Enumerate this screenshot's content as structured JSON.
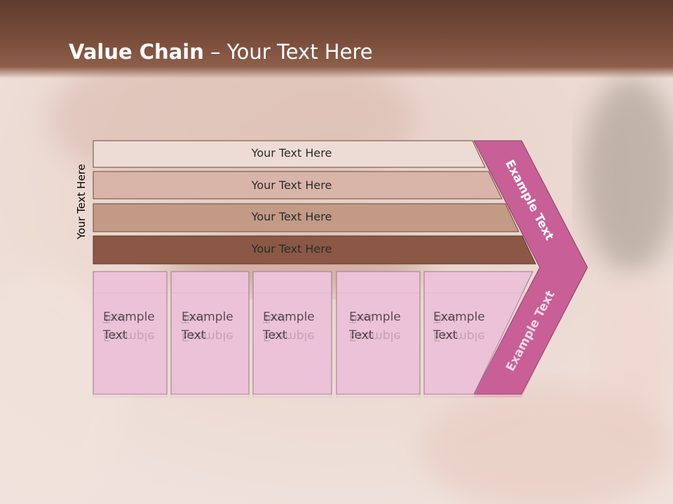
{
  "slide": {
    "title_bold": "Value Chain",
    "title_rest": " – Your Text Here",
    "side_label": "Your Text Here"
  },
  "support_bars": [
    {
      "label": "Your Text Here",
      "color": "#eddcd5"
    },
    {
      "label": "Your Text Here",
      "color": "#d8b5a8"
    },
    {
      "label": "Your Text Here",
      "color": "#c29a86"
    },
    {
      "label": "Your Text Here",
      "color": "#8a5845"
    }
  ],
  "primary_boxes": [
    {
      "line1": "Example",
      "line2": "Text"
    },
    {
      "line1": "Example",
      "line2": "Text"
    },
    {
      "line1": "Example",
      "line2": "Text"
    },
    {
      "line1": "Example",
      "line2": "Text"
    },
    {
      "line1": "Example",
      "line2": "Text"
    }
  ],
  "margin_chevron": {
    "upper_label": "Example Text",
    "lower_label": "Example Text",
    "color": "#c85f97",
    "box_color": "#ecc2d8"
  }
}
